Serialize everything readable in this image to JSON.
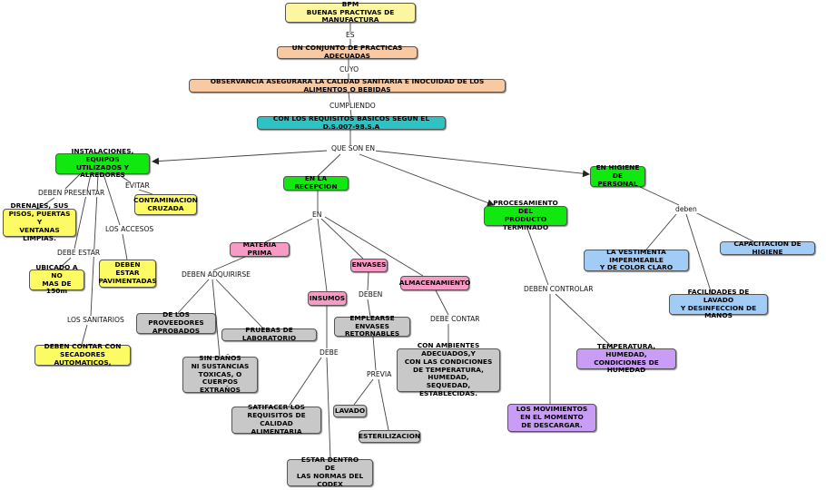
{
  "colors": {
    "yellow": "#fdfb63",
    "yellow_top": "#fdf6a0",
    "peach": "#f9c9a1",
    "teal": "#2fc2c2",
    "green": "#10e810",
    "pink": "#f79ac5",
    "gray": "#c8c8c8",
    "blue": "#a0ccf5",
    "purple": "#c99cf5",
    "line": "#333333"
  },
  "nodes": {
    "bpm": "BPM\nBUENAS PRACTIVAS DE MANUFACTURA",
    "conjunto": "UN CONJUNTO DE PRACTICAS ADECUADAS",
    "observancia": "OBSERVANCIA ASEGURARA LA CALIDAD SANITARIA E INOCUIDAD DE LOS ALIMENTOS O BEBIDAS",
    "requisitos": "CON LOS REQUISITOS BASICOS SEGUN EL D.S.007-98.S.A",
    "instalaciones": "INSTALACIONES, EQUIPOS\nUTILIZADOS  Y ALREDORES",
    "recepcion": "EN LA RECEPCION",
    "procesamiento": "PROCESAMIENTO DEL\nPRODUCTO TERMINADO",
    "higiene": "EN HIGIENE\nDE PERSONAL",
    "drenajes": "DRENAJES, SUS\nPISOS, PUERTAS Y\nVENTANAS LIMPIAS.",
    "contaminacion": "CONTAMINACION\nCRUZADA",
    "ubicado": "UBICADO A NO\nMAS DE 150m",
    "pavimentadas": "DEBEN\nESTAR\nPAVIMENTADAS",
    "secadores": "DEBEN CONTAR CON\nSECADORES AUTOMATICOS,",
    "materia": "MATERIA PRIMA",
    "insumos": "INSUMOS",
    "envases": "ENVASES",
    "almacenamiento": "ALMACENAMIENTO",
    "proveedores": "DE LOS PROVEEDORES\nAPROBADOS",
    "pruebas": "PRUEBAS DE LABORATORIO",
    "sin_danos": "SIN DAÑOS\nNI SUSTANCIAS\nTOXICAS, O\nCUERPOS EXTRAÑOS",
    "satisfacer": "SATIFACER LOS\nREQUISITOS DE CALIDAD\nALIMENTARIA",
    "codex": "ESTAR DENTRO\nDE\nLAS NORMAS DEL CODEX",
    "emplearse": "EMPLEARSE ENVASES\nRETORNABLES",
    "lavado": "LAVADO",
    "esterilizacion": "ESTERILIZACION",
    "ambientes": "CON AMBIENTES\nADECUADOS,Y\nCON LAS CONDICIONES\nDE TEMPERATURA, HUMEDAD,\nSEQUEDAD, ESTABLECIDAS.",
    "temperatura": "TEMPERATURA, HUMEDAD,\nCONDICIONES DE HUMEDAD",
    "movimientos": "LOS MOVIMIENTOS\nEN EL MOMENTO\nDE DESCARGAR.",
    "vestimenta": "LA VESTIMENTA IMPERMEABLE\nY DE COLOR CLARO",
    "capacitacion": "CAPACITACION DE HIGIENE",
    "facilidades": "FACILIDADES DE LAVADO\nY DESINFECCION DE MANOS"
  },
  "phrases": {
    "es": "ES",
    "cuyo": "CUYO",
    "cumpliendo": "CUMPLIENDO",
    "que_son_en": "QUE SON EN",
    "deben_presentar": "DEBEN PRESENTAR",
    "evitar": "EVITAR",
    "debe_estar": "DEBE ESTAR",
    "los_accesos": "LOS ACCESOS",
    "los_sanitarios": "LOS SANITARIOS",
    "en": "EN",
    "deben_adquirirse": "DEBEN ADQUIRIRSE",
    "deben": "DEBEN",
    "debe_contar": "DEBE CONTAR",
    "debe": "DEBE",
    "previa": "PREVIA",
    "deben_controlar": "DEBEN CONTROLAR",
    "deben_lower": "deben"
  }
}
